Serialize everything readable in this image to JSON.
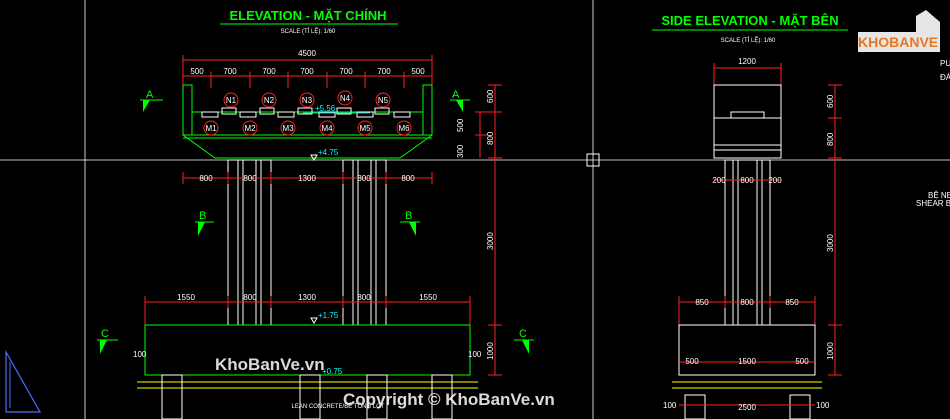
{
  "elevation": {
    "title": "ELEVATION - MẶT CHÍNH",
    "scale": "SCALE (TỈ LỆ): 1/60",
    "width_total": "4500",
    "segments": [
      "500",
      "700",
      "700",
      "700",
      "700",
      "700",
      "500"
    ],
    "n_labels": [
      "N1",
      "N2",
      "N3",
      "N4",
      "N5"
    ],
    "m_labels": [
      "M1",
      "M2",
      "M3",
      "M4",
      "M5",
      "M6"
    ],
    "level_top": "+5.56",
    "level_mid": "+4.75",
    "level_bot": "+1.75",
    "level_found": "+0.75",
    "col_dims": [
      "800",
      "800",
      "1300",
      "800",
      "800"
    ],
    "foot_dims": [
      "1550",
      "800",
      "1300",
      "800",
      "1550"
    ],
    "right_dims": [
      "600",
      "500",
      "300",
      "800",
      "3000",
      "1000"
    ],
    "foot_edge": "100",
    "section_a": "A",
    "section_b": "B",
    "section_c": "C",
    "lean_note": "LEAN CONCRETE/BÊ TÔNG LÓT"
  },
  "side": {
    "title": "SIDE ELEVATION - MẶT BÊN",
    "scale": "SCALE (TỈ LỆ): 1/60",
    "top_width": "1200",
    "col_dims": [
      "200",
      "800",
      "200"
    ],
    "foot_dims": [
      "850",
      "800",
      "850"
    ],
    "base_dims": [
      "500",
      "1500",
      "500"
    ],
    "bottom_width": "2500",
    "right_dims": [
      "600",
      "800",
      "3000",
      "1000"
    ],
    "edge_dims": [
      "100",
      "100"
    ]
  },
  "notes": {
    "pu": "PU",
    "da": "ĐÁ",
    "be": "BỆ NEO",
    "shear": "SHEAR BL"
  },
  "watermarks": {
    "logo": "KHOBANVE",
    "center": "KhoBanVe.vn",
    "copyright": "Copyright © KhoBanVe.vn"
  }
}
